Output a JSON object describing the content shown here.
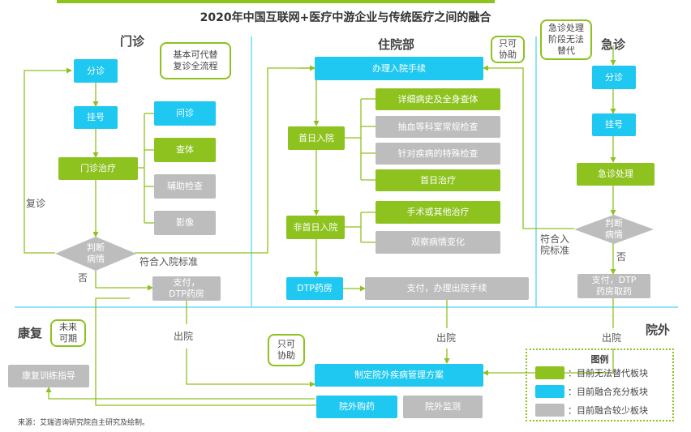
{
  "title": "2020年中国互联网+医疗中游企业与传统医疗之间的融合",
  "colors": {
    "green": "#8dc21f",
    "blue": "#1ec8f0",
    "gray": "#bdbdbd",
    "line": "#8dc21f"
  },
  "sections": {
    "outpatient": "门诊",
    "inpatient": "住院部",
    "emergency": "急诊",
    "rehab": "康复",
    "outside": "院外"
  },
  "bubbles": {
    "outpatient": "基本可代替\n复诊全流程",
    "inpatient": "只可\n协助",
    "emergency": "急诊处理\n阶段无法\n替代",
    "rehab": "未来\n可期",
    "outside": "只可\n协助"
  },
  "outpatient": {
    "triage": "分诊",
    "register": "挂号",
    "treatment": "门诊治疗",
    "inquiry": "问诊",
    "exam": "查体",
    "aux_exam": "辅助检查",
    "imaging": "影像",
    "judge": "判断\n病情",
    "pay": "支付，\nDTP药房",
    "label_followup": "复诊",
    "label_no": "否",
    "label_criteria": "符合入院标准"
  },
  "inpatient": {
    "admission": "办理入院手续",
    "first_day": "首日入院",
    "non_first_day": "非首日入院",
    "history": "详细病史及全身查体",
    "blood": "抽血等科室常规检查",
    "special": "针对疾病的特殊检查",
    "first_treat": "首日治疗",
    "surgery": "手术或其他治疗",
    "observe": "观察病情变化",
    "dtp": "DTP药房",
    "discharge": "支付，办理出院手续"
  },
  "emergency": {
    "triage": "分诊",
    "register": "挂号",
    "treatment": "急诊处理",
    "judge": "判断\n病情",
    "pay": "支付，DTP\n药房取药",
    "label_criteria": "符合入\n院标准",
    "label_no": "否"
  },
  "discharge_labels": {
    "outpatient": "出院",
    "inpatient": "出院",
    "emergency": "出院"
  },
  "outside": {
    "plan": "制定院外疾病管理方案",
    "buy": "院外购药",
    "monitor": "院外监测"
  },
  "rehab": {
    "guide": "康复训练指导"
  },
  "legend": {
    "title": "图例",
    "items": [
      {
        "color": "#8dc21f",
        "label": "：目前无法替代板块"
      },
      {
        "color": "#1ec8f0",
        "label": "：目前融合充分板块"
      },
      {
        "color": "#bdbdbd",
        "label": "：目前融合较少板块"
      }
    ]
  },
  "source": "来源：艾瑞咨询研究院自主研究及绘制。"
}
